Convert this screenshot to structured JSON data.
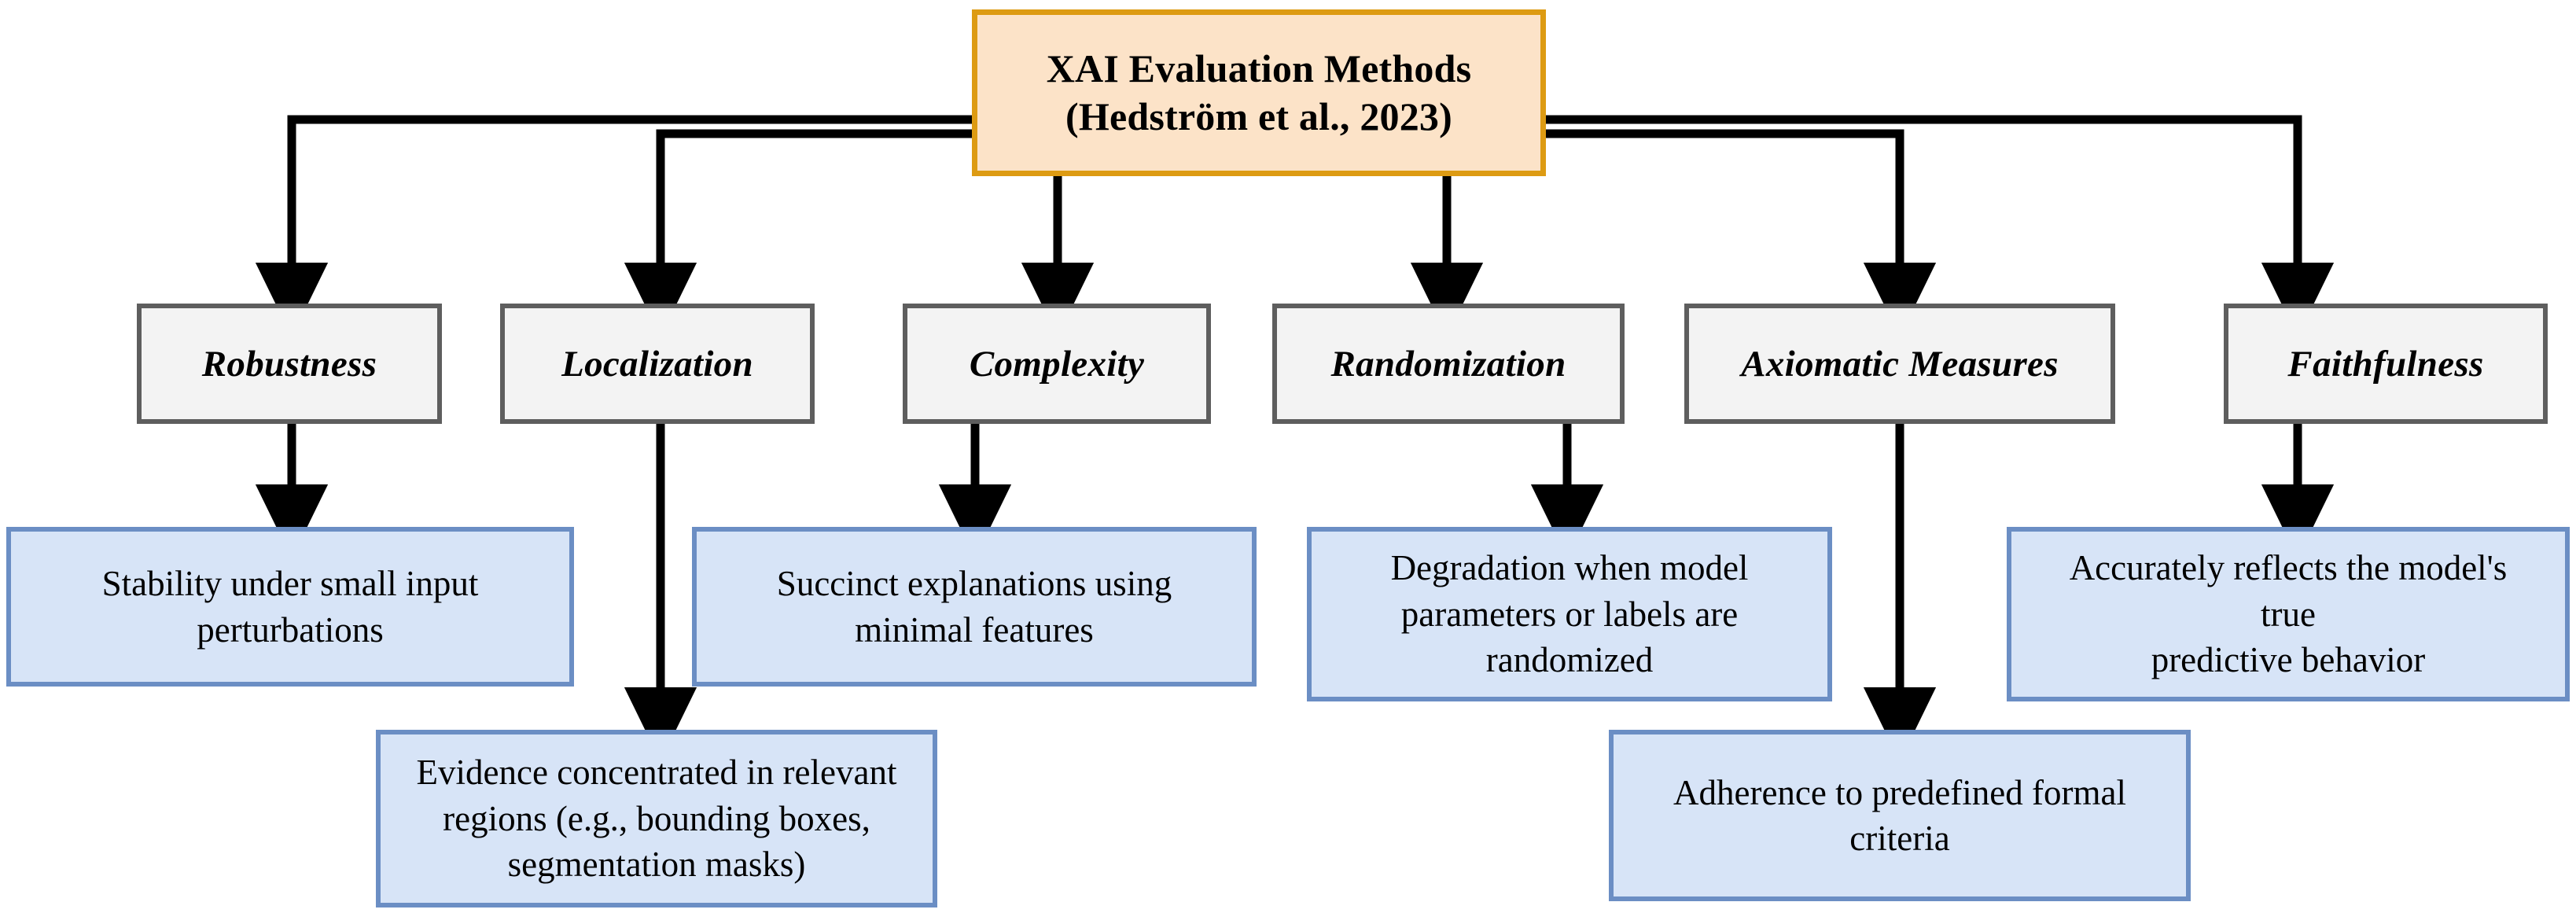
{
  "diagram": {
    "type": "flowchart",
    "orientation": "top-down",
    "title_node": {
      "id": "root",
      "label_line_1": "XAI Evaluation Methods",
      "label_line_2": "(Hedström et al., 2023)",
      "fill": "#FCE3C8",
      "border": "#DD9B13"
    },
    "palette": {
      "root_fill": "#FCE3C8",
      "root_border": "#DD9B13",
      "category_fill": "#F3F3F3",
      "category_border": "#5E5E5E",
      "description_fill": "#D7E4F7",
      "description_border": "#6B8EC4",
      "connector": "#000000",
      "page_background": "#FFFFFF"
    },
    "categories": [
      {
        "id": "robustness",
        "label": "Robustness",
        "description_lines": [
          "Stability under small input",
          "perturbations"
        ]
      },
      {
        "id": "localization",
        "label": "Localization",
        "description_lines": [
          "Evidence concentrated in relevant",
          "regions (e.g., bounding boxes,",
          "segmentation masks)"
        ]
      },
      {
        "id": "complexity",
        "label": "Complexity",
        "description_lines": [
          "Succinct explanations using",
          "minimal features"
        ]
      },
      {
        "id": "randomization",
        "label": "Randomization",
        "description_lines": [
          "Degradation when model",
          "parameters or labels are",
          "randomized"
        ]
      },
      {
        "id": "axiomatic-measures",
        "label": "Axiomatic Measures",
        "description_lines": [
          "Adherence to predefined formal",
          "criteria"
        ]
      },
      {
        "id": "faithfulness",
        "label": "Faithfulness",
        "description_lines": [
          "Accurately reflects the model's",
          "true",
          "predictive behavior"
        ]
      }
    ]
  }
}
